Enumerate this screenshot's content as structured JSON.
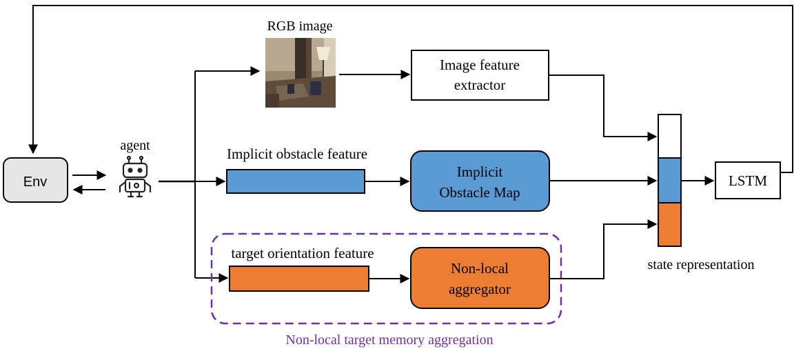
{
  "labels": {
    "rgb_image": "RGB image",
    "agent": "agent",
    "env": "Env",
    "image_extractor_line1": "Image feature",
    "image_extractor_line2": "extractor",
    "implicit_feature": "Implicit obstacle feature",
    "implicit_map_line1": "Implicit",
    "implicit_map_line2": "Obstacle Map",
    "target_feature": "target orientation feature",
    "aggregator_line1": "Non-local",
    "aggregator_line2": "aggregator",
    "memory_aggregation": "Non-local target memory aggregation",
    "state_representation": "state representation",
    "lstm": "LSTM"
  },
  "icons": {
    "agent": "robot-icon",
    "rgb_image": "room-photo-thumbnail"
  },
  "colors": {
    "blue": "#5b9bd5",
    "orange": "#ed7d31",
    "purple_dashed": "#7030a0",
    "env_fill": "#e7e6e6"
  }
}
